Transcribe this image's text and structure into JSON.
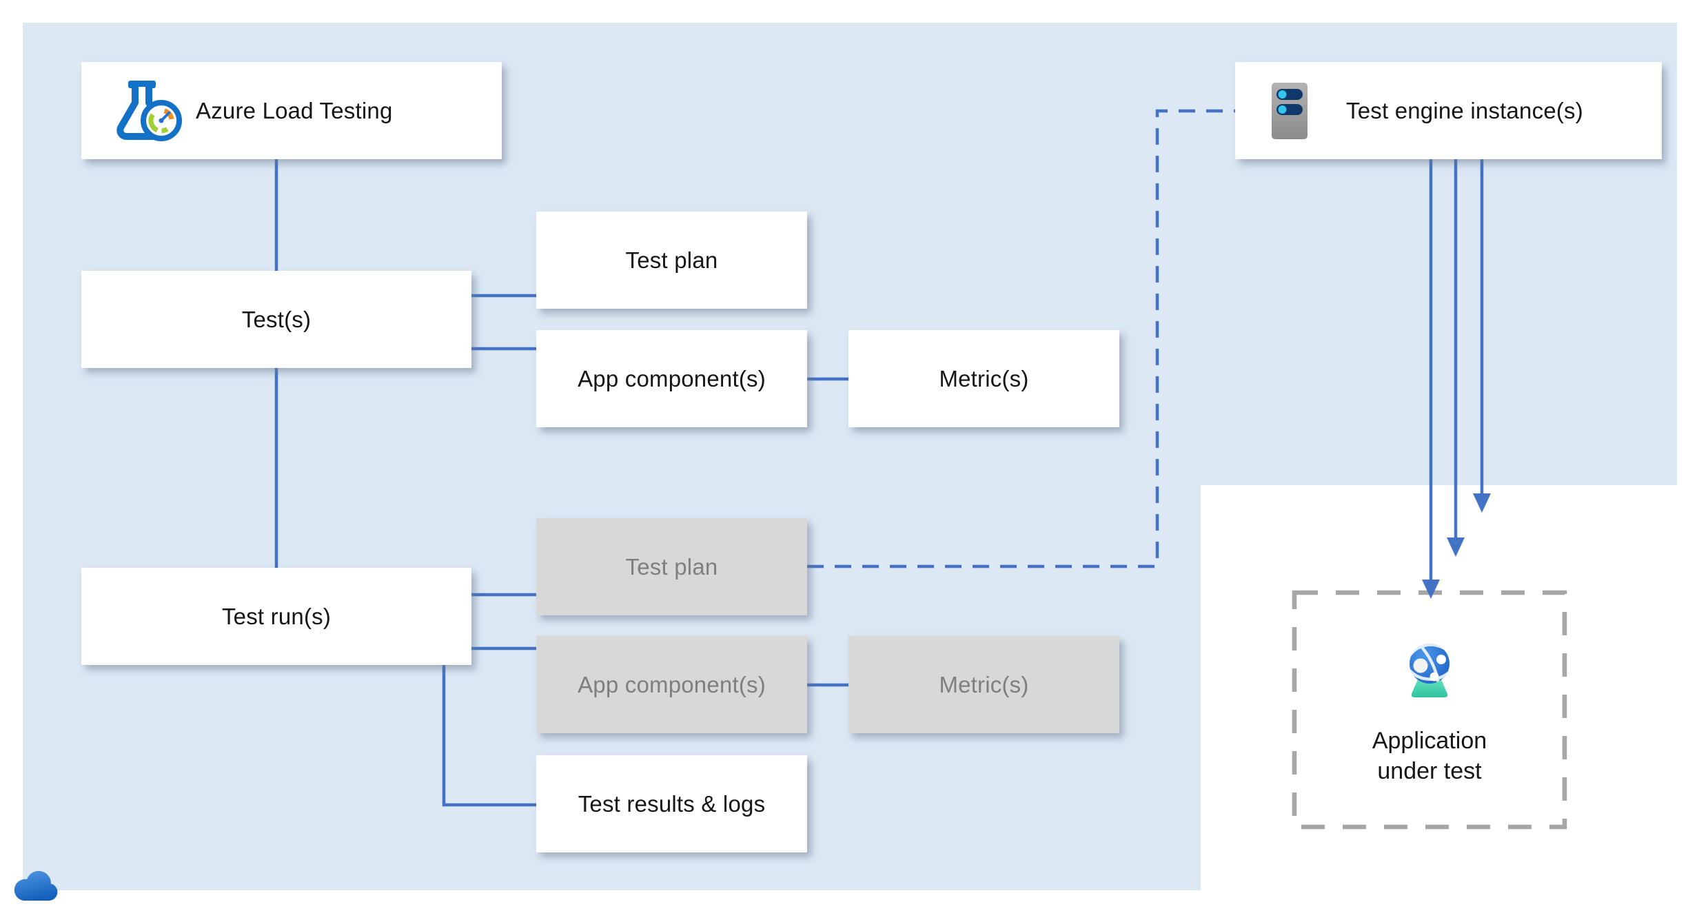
{
  "nodes": {
    "azure_load_testing": {
      "label": "Azure Load Testing"
    },
    "test_engine_instances": {
      "label": "Test engine instance(s)"
    },
    "tests": {
      "label": "Test(s)"
    },
    "test_plan_active": {
      "label": "Test plan"
    },
    "app_components_active": {
      "label": "App component(s)"
    },
    "metrics_active": {
      "label": "Metric(s)"
    },
    "test_runs": {
      "label": "Test run(s)"
    },
    "test_plan_dimmed": {
      "label": "Test plan"
    },
    "app_components_dimmed": {
      "label": "App component(s)"
    },
    "metrics_dimmed": {
      "label": "Metric(s)"
    },
    "test_results_logs": {
      "label": "Test results & logs"
    },
    "application_under_test": {
      "label_line1": "Application",
      "label_line2": "under test"
    }
  },
  "icons": {
    "azure_load_testing": "load-testing-flask-gauge-icon",
    "test_engine_instances": "server-icon",
    "application_under_test": "app-service-globe-icon",
    "corner": "cloud-icon"
  },
  "colors": {
    "page_background": "#ffffff",
    "region_fill": "#dce8f4",
    "connector_blue": "#4472c4",
    "node_fill_white": "#ffffff",
    "node_fill_gray": "#d8d8d8",
    "node_text_dark": "#161616",
    "node_text_gray": "#7f7f7f",
    "dashed_border_gray": "#a6a6a6",
    "flask_blue": "#1371c8",
    "gauge_green": "#a2d033",
    "gauge_orange": "#f08f1e",
    "server_slot_navy": "#11386b",
    "server_dot_cyan": "#33c5ee",
    "globe_blue": "#2472cf",
    "base_teal": "#3fd2ae",
    "cloud_blue": "#2670c9"
  }
}
